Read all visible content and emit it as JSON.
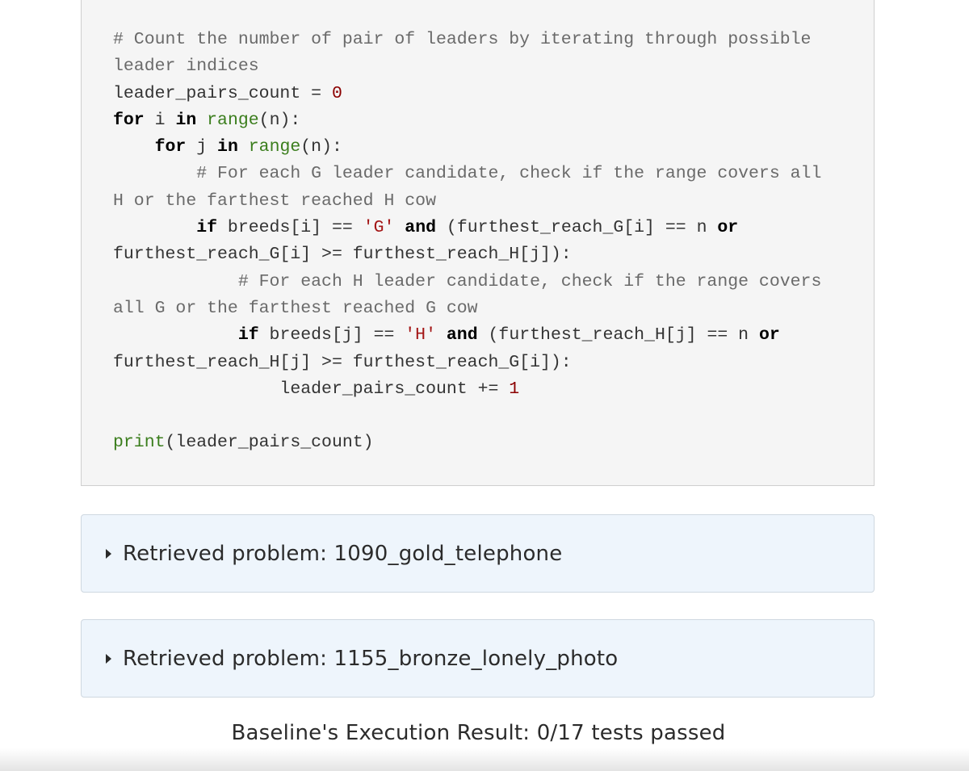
{
  "code": {
    "lines": [
      [
        {
          "t": "c",
          "v": "# Count the number of pair of leaders by iterating through possible"
        }
      ],
      [
        {
          "t": "c",
          "v": "leader indices"
        }
      ],
      [
        {
          "t": "t",
          "v": "leader_pairs_count = "
        },
        {
          "t": "n",
          "v": "0"
        }
      ],
      [
        {
          "t": "k",
          "v": "for"
        },
        {
          "t": "t",
          "v": " i "
        },
        {
          "t": "k",
          "v": "in"
        },
        {
          "t": "t",
          "v": " "
        },
        {
          "t": "b",
          "v": "range"
        },
        {
          "t": "t",
          "v": "(n):"
        }
      ],
      [
        {
          "t": "t",
          "v": "    "
        },
        {
          "t": "k",
          "v": "for"
        },
        {
          "t": "t",
          "v": " j "
        },
        {
          "t": "k",
          "v": "in"
        },
        {
          "t": "t",
          "v": " "
        },
        {
          "t": "b",
          "v": "range"
        },
        {
          "t": "t",
          "v": "(n):"
        }
      ],
      [
        {
          "t": "t",
          "v": "        "
        },
        {
          "t": "c",
          "v": "# For each G leader candidate, check if the range covers all"
        }
      ],
      [
        {
          "t": "c",
          "v": "H or the farthest reached H cow"
        }
      ],
      [
        {
          "t": "t",
          "v": "        "
        },
        {
          "t": "k",
          "v": "if"
        },
        {
          "t": "t",
          "v": " breeds[i] == "
        },
        {
          "t": "s",
          "v": "'G'"
        },
        {
          "t": "t",
          "v": " "
        },
        {
          "t": "k",
          "v": "and"
        },
        {
          "t": "t",
          "v": " (furthest_reach_G[i] == n "
        },
        {
          "t": "k",
          "v": "or"
        }
      ],
      [
        {
          "t": "t",
          "v": "furthest_reach_G[i] >= furthest_reach_H[j]):"
        }
      ],
      [
        {
          "t": "t",
          "v": "            "
        },
        {
          "t": "c",
          "v": "# For each H leader candidate, check if the range covers"
        }
      ],
      [
        {
          "t": "c",
          "v": "all G or the farthest reached G cow"
        }
      ],
      [
        {
          "t": "t",
          "v": "            "
        },
        {
          "t": "k",
          "v": "if"
        },
        {
          "t": "t",
          "v": " breeds[j] == "
        },
        {
          "t": "s",
          "v": "'H'"
        },
        {
          "t": "t",
          "v": " "
        },
        {
          "t": "k",
          "v": "and"
        },
        {
          "t": "t",
          "v": " (furthest_reach_H[j] == n "
        },
        {
          "t": "k",
          "v": "or"
        }
      ],
      [
        {
          "t": "t",
          "v": "furthest_reach_H[j] >= furthest_reach_G[i]):"
        }
      ],
      [
        {
          "t": "t",
          "v": "                leader_pairs_count += "
        },
        {
          "t": "n",
          "v": "1"
        }
      ],
      [],
      [
        {
          "t": "b",
          "v": "print"
        },
        {
          "t": "t",
          "v": "(leader_pairs_count)"
        }
      ]
    ]
  },
  "retrieved": [
    {
      "label": "Retrieved problem: 1090_gold_telephone",
      "icon": "caret-right-icon"
    },
    {
      "label": "Retrieved problem: 1155_bronze_lonely_photo",
      "icon": "caret-right-icon"
    }
  ],
  "result": {
    "text": "Baseline's Execution Result: 0/17 tests passed"
  },
  "colors": {
    "comment": "#6a6a6a",
    "keyword": "#000000",
    "builtin": "#3a7d1c",
    "number": "#8b0000",
    "string": "#a31515",
    "panel_bg": "#f5f5f5",
    "details_bg": "#eef5fc"
  }
}
